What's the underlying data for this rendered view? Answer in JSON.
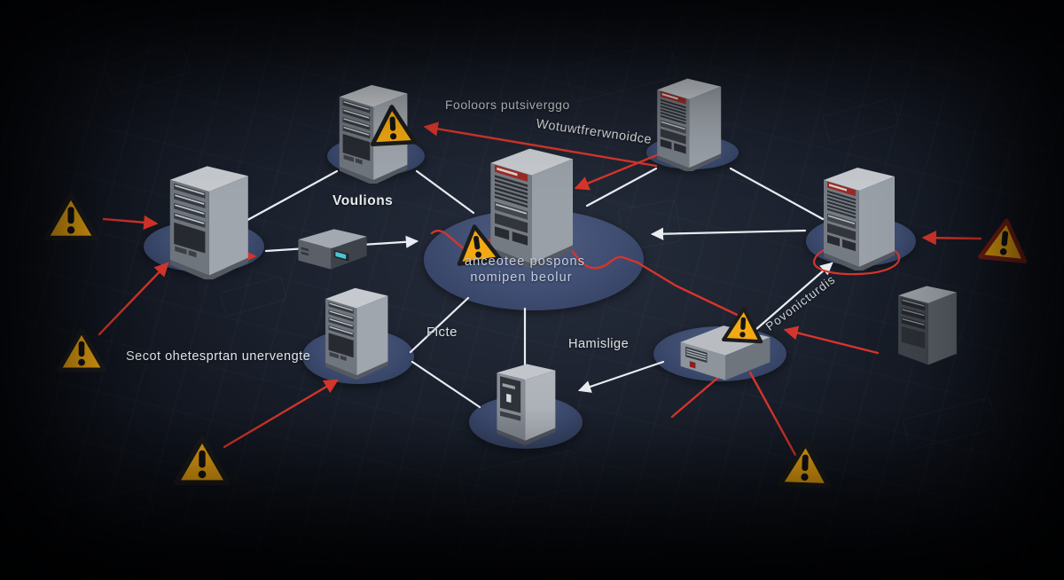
{
  "labels": {
    "flow_top": "Fooloors putsiverggo",
    "flow_top_rotated": "Wotuwtfrerwnoidce",
    "voulions": "Voulions",
    "center_caption_line1": "anceotee pospons",
    "center_caption_line2": "nomipen beolur",
    "left_caption": "Secot ohetesprtan unervengte",
    "ficte": "Ficte",
    "hamislige": "Hamislige",
    "povonicturdis": "Povonicturdis"
  },
  "icons": {
    "warning": "!",
    "warning_count": "8"
  },
  "colors": {
    "background": "#10141d",
    "platform_blue": "#3c4a6e",
    "link_white": "#e9edf2",
    "alert_red": "#d63b2f",
    "warning_fill": "#f2a912",
    "warning_border": "#1c1c1c",
    "warning_border_alt": "#7a2114"
  }
}
